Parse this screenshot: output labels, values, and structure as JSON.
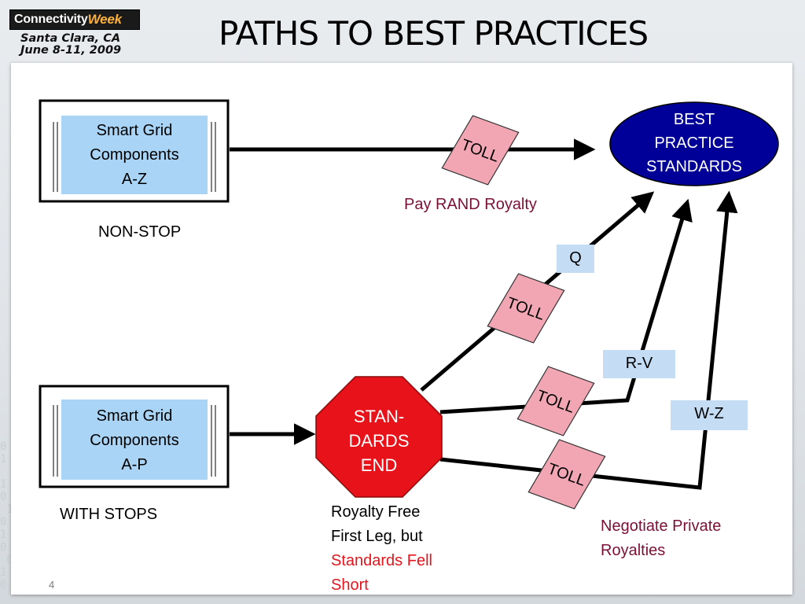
{
  "header": {
    "logo_main": "Connectivity",
    "logo_week": "Week",
    "event_location": "Santa Clara, CA",
    "event_dates": "June 8-11, 2009",
    "title": "PATHS TO BEST PRACTICES"
  },
  "diagram": {
    "top_box": {
      "line1": "Smart Grid",
      "line2": "Components",
      "line3": "A-Z",
      "caption": "NON-STOP"
    },
    "bottom_box": {
      "line1": "Smart Grid",
      "line2": "Components",
      "line3": "A-P",
      "caption": "WITH STOPS"
    },
    "goal": {
      "line1": "BEST",
      "line2": "PRACTICE",
      "line3": "STANDARDS"
    },
    "stop_sign": {
      "line1": "STAN-",
      "line2": "DARDS",
      "line3": "END"
    },
    "toll_label": "TOLL",
    "ranges": {
      "q": "Q",
      "rv": "R-V",
      "wz": "W-Z"
    },
    "notes": {
      "rand": "Pay RAND Royalty",
      "royalty_free_1": "Royalty Free",
      "royalty_free_2": "First Leg, but",
      "fell_short_1": "Standards Fell",
      "fell_short_2": "Short",
      "negotiate_1": "Negotiate Private",
      "negotiate_2": "Royalties"
    }
  },
  "footer": {
    "page_number": "4"
  },
  "colors": {
    "goal_fill": "#000099",
    "stop_fill": "#e8121b",
    "toll_fill": "#f2a6b4",
    "range_fill": "#c5dcf5",
    "note_maroon": "#7b1036",
    "note_red": "#e2161c"
  }
}
